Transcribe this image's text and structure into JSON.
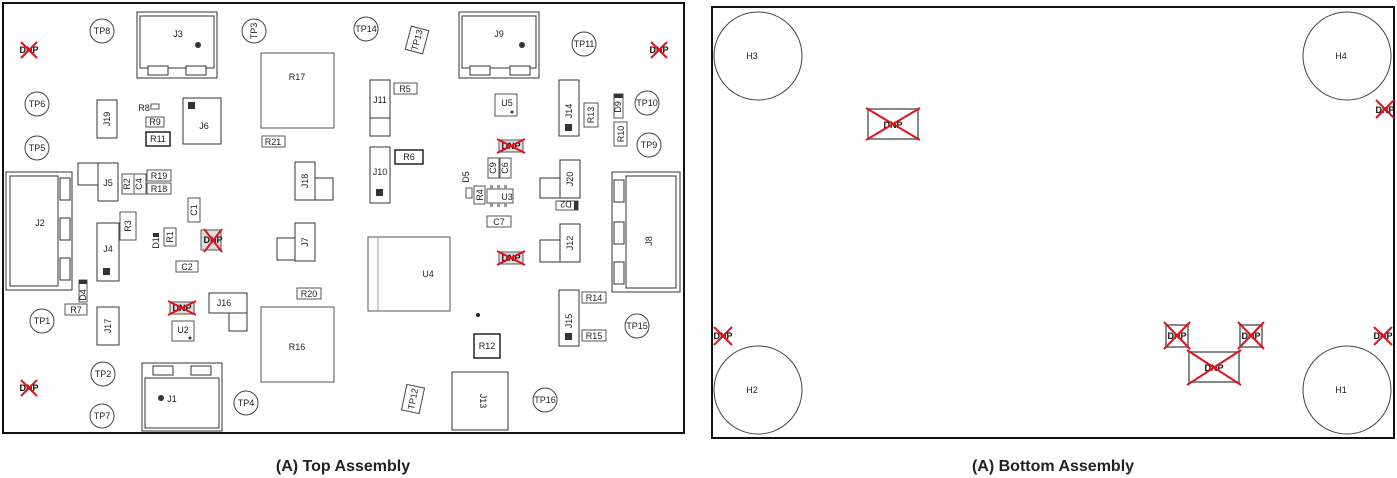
{
  "captions": {
    "top": "(A) Top Assembly",
    "bottom": "(A) Bottom Assembly"
  },
  "colors": {
    "outline": "#111111",
    "part": "#555555",
    "dnp_cross": "#e0121b",
    "fill_light": "#f2f2f2"
  },
  "dnp_label": "DNP",
  "top": {
    "test_points": [
      "TP8",
      "TP3",
      "TP14",
      "TP13",
      "TP11",
      "TP6",
      "TP10",
      "TP5",
      "TP9",
      "TP1",
      "TP15",
      "TP2",
      "TP7",
      "TP4",
      "TP12",
      "TP16"
    ],
    "connectors": [
      "J3",
      "J9",
      "J2",
      "J8",
      "J1",
      "J13",
      "J19",
      "J6",
      "J5",
      "J4",
      "J17",
      "J16",
      "J7",
      "J18",
      "J11",
      "J10",
      "J14",
      "J20",
      "J12",
      "J15"
    ],
    "resistors": [
      "R17",
      "R21",
      "R8",
      "R9",
      "R11",
      "R2",
      "R19",
      "R18",
      "R3",
      "R1",
      "R5",
      "R6",
      "R4",
      "R13",
      "R10",
      "R14",
      "R15",
      "R7",
      "R20",
      "R16",
      "R12"
    ],
    "capacitors": [
      "C4",
      "C1",
      "C2",
      "C9",
      "C6",
      "C7"
    ],
    "diodes": [
      "D1",
      "D4",
      "D5",
      "D9",
      "D2"
    ],
    "ics": [
      "U2",
      "U3",
      "U4",
      "U5"
    ]
  },
  "bottom": {
    "holes": [
      "H3",
      "H4",
      "H2",
      "H1"
    ]
  }
}
